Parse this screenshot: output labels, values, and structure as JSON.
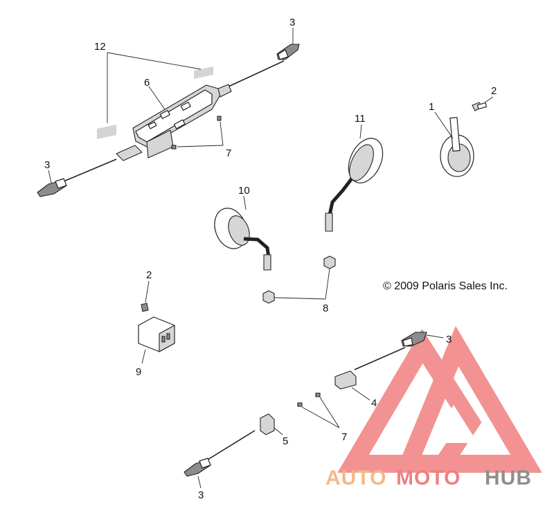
{
  "copyright": "© 2009 Polaris Sales Inc.",
  "watermark": {
    "word_auto": "AUTO",
    "word_moto": "MOTO",
    "word_hub": "HUB",
    "color_auto": "#f2b98a",
    "color_moto": "#f07f7f",
    "color_hub": "#8f8f8f",
    "logo_color": "#f07f7f"
  },
  "callouts": {
    "c3_top_right": "3",
    "c12": "12",
    "c6": "6",
    "c3_left": "3",
    "c7_top": "7",
    "c11": "11",
    "c1": "1",
    "c2_top": "2",
    "c10": "10",
    "c2_mid": "2",
    "c8": "8",
    "c9": "9",
    "c3_right": "3",
    "c4": "4",
    "c7_bottom": "7",
    "c5": "5",
    "c3_bottom": "3"
  }
}
